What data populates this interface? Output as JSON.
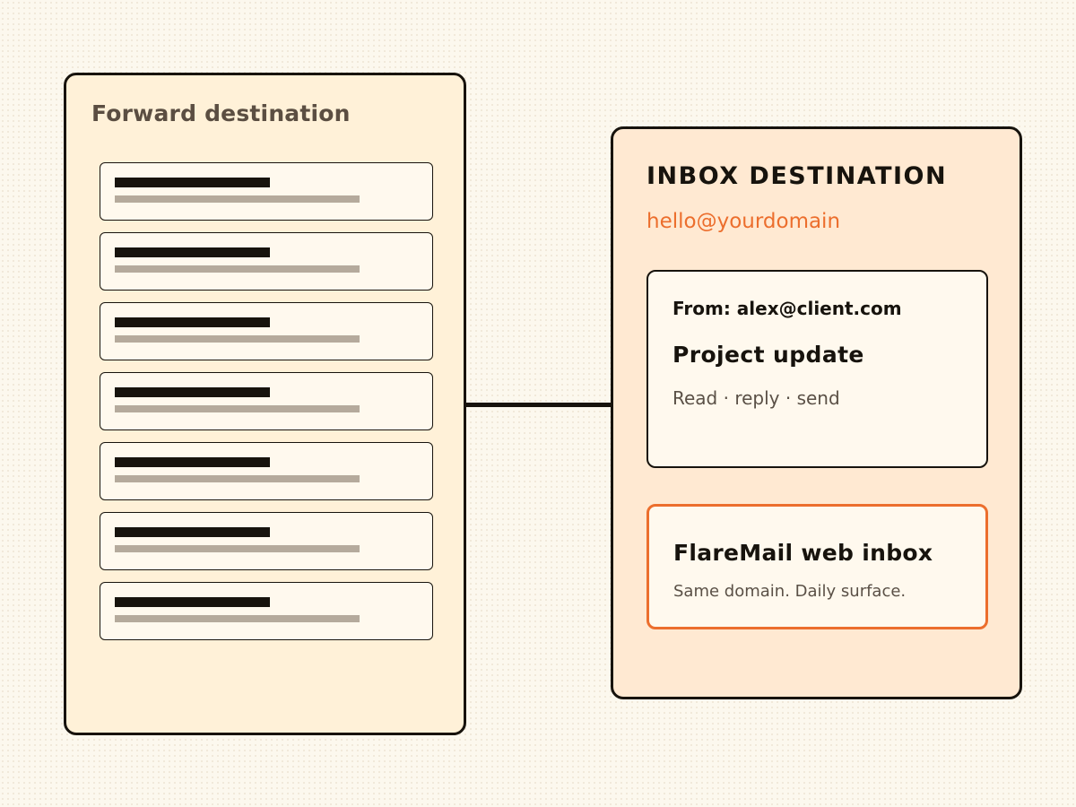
{
  "forward": {
    "title": "Forward destination",
    "message_rows": 7
  },
  "inbox": {
    "title": "INBOX DESTINATION",
    "address": "hello@yourdomain",
    "email": {
      "from": "From: alex@client.com",
      "subject": "Project update",
      "actions": "Read · reply · send"
    },
    "web_inbox": {
      "title": "FlareMail web inbox",
      "subtitle": "Same domain. Daily surface."
    }
  },
  "colors": {
    "accent": "#ec6e2d",
    "ink": "#17130d",
    "left_panel_bg": "#fff1d8",
    "right_panel_bg": "#ffe9d2"
  }
}
